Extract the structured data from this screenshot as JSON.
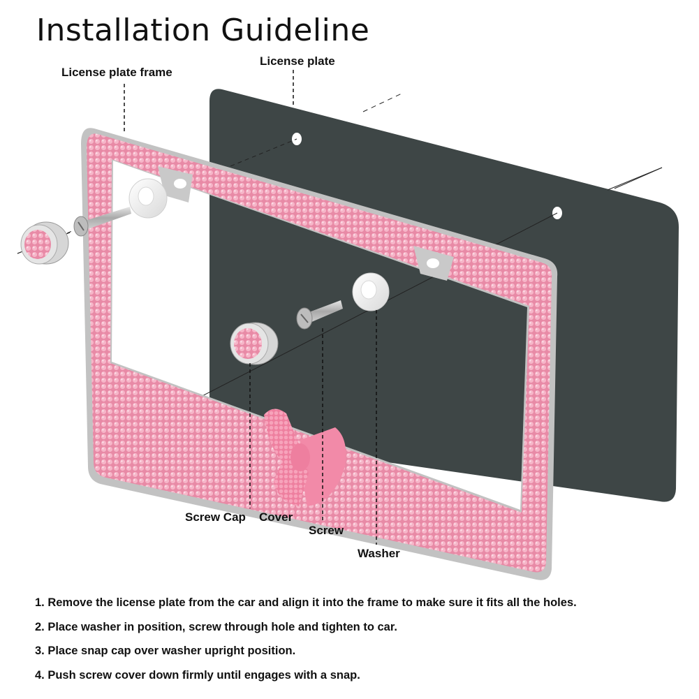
{
  "title": "Installation Guideline",
  "labels": {
    "frame": "License plate frame",
    "plate": "License plate",
    "screw_cap": "Screw Cap",
    "cover": "Cover",
    "screw": "Screw",
    "washer": "Washer"
  },
  "steps": [
    "1. Remove the license plate from the car and align it into the frame to make sure it fits all the holes.",
    "2. Place washer in position, screw through hole and tighten to car.",
    "3. Place snap cap over washer upright position.",
    "4. Push screw cover down firmly until engages with a snap."
  ],
  "colors": {
    "plate": "#3e4646",
    "frame_pink": "#f0a5bc",
    "frame_rim": "#b9b9b9",
    "bow_pink": "#f28aa8",
    "washer": "#f2f2f2",
    "screw": "#b8b8b8"
  },
  "icons": [
    "license-plate-frame",
    "license-plate",
    "screw-cap",
    "screw",
    "washer",
    "bow-decoration"
  ]
}
